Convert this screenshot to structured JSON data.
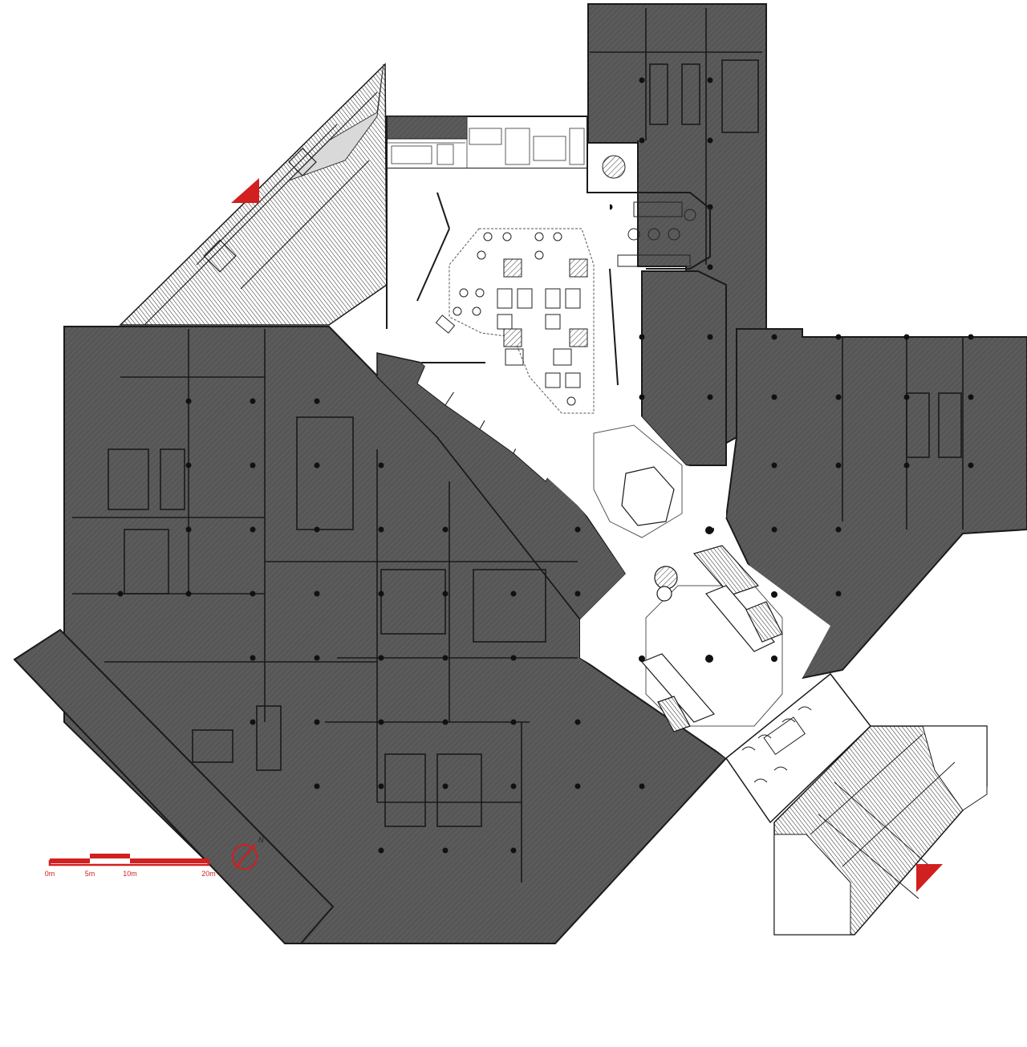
{
  "plan": {
    "colors": {
      "background": "#ffffff",
      "tenant_fill": "#5a5a5a",
      "tenant_dark": "#444444",
      "stripe": "#6e6e6e",
      "line": "#1a1a1a",
      "thin_line": "#555555",
      "accent": "#d21f1f"
    },
    "entrance_markers": [
      {
        "name": "entrance-marker-northwest",
        "icon": "red-triangle-arrow"
      },
      {
        "name": "entrance-marker-southeast",
        "icon": "red-triangle-arrow"
      }
    ]
  },
  "scale_bar": {
    "labels": [
      "0m",
      "5m",
      "10m",
      "20m"
    ]
  },
  "north_arrow": {
    "label": "N",
    "icon": "north-arrow-icon"
  }
}
